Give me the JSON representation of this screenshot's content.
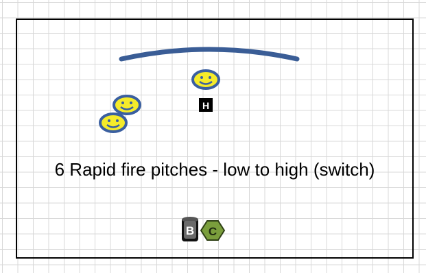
{
  "diagram": {
    "caption": "6 Rapid fire pitches - low to high (switch)",
    "players": [
      {
        "role": "player",
        "icon": "smiley-face-icon"
      },
      {
        "role": "player",
        "icon": "smiley-face-icon"
      },
      {
        "role": "player",
        "icon": "smiley-face-icon"
      }
    ],
    "markers": {
      "hitter": "H",
      "bucket": "B",
      "coach": "C"
    },
    "colors": {
      "player_fill": "#f5eb2a",
      "player_outline": "#3a5fa0",
      "fence": "#3a5d96",
      "bucket_fill": "#3b3b3b",
      "coach_fill": "#7a9e3c",
      "hitter_fill": "#000000"
    }
  }
}
